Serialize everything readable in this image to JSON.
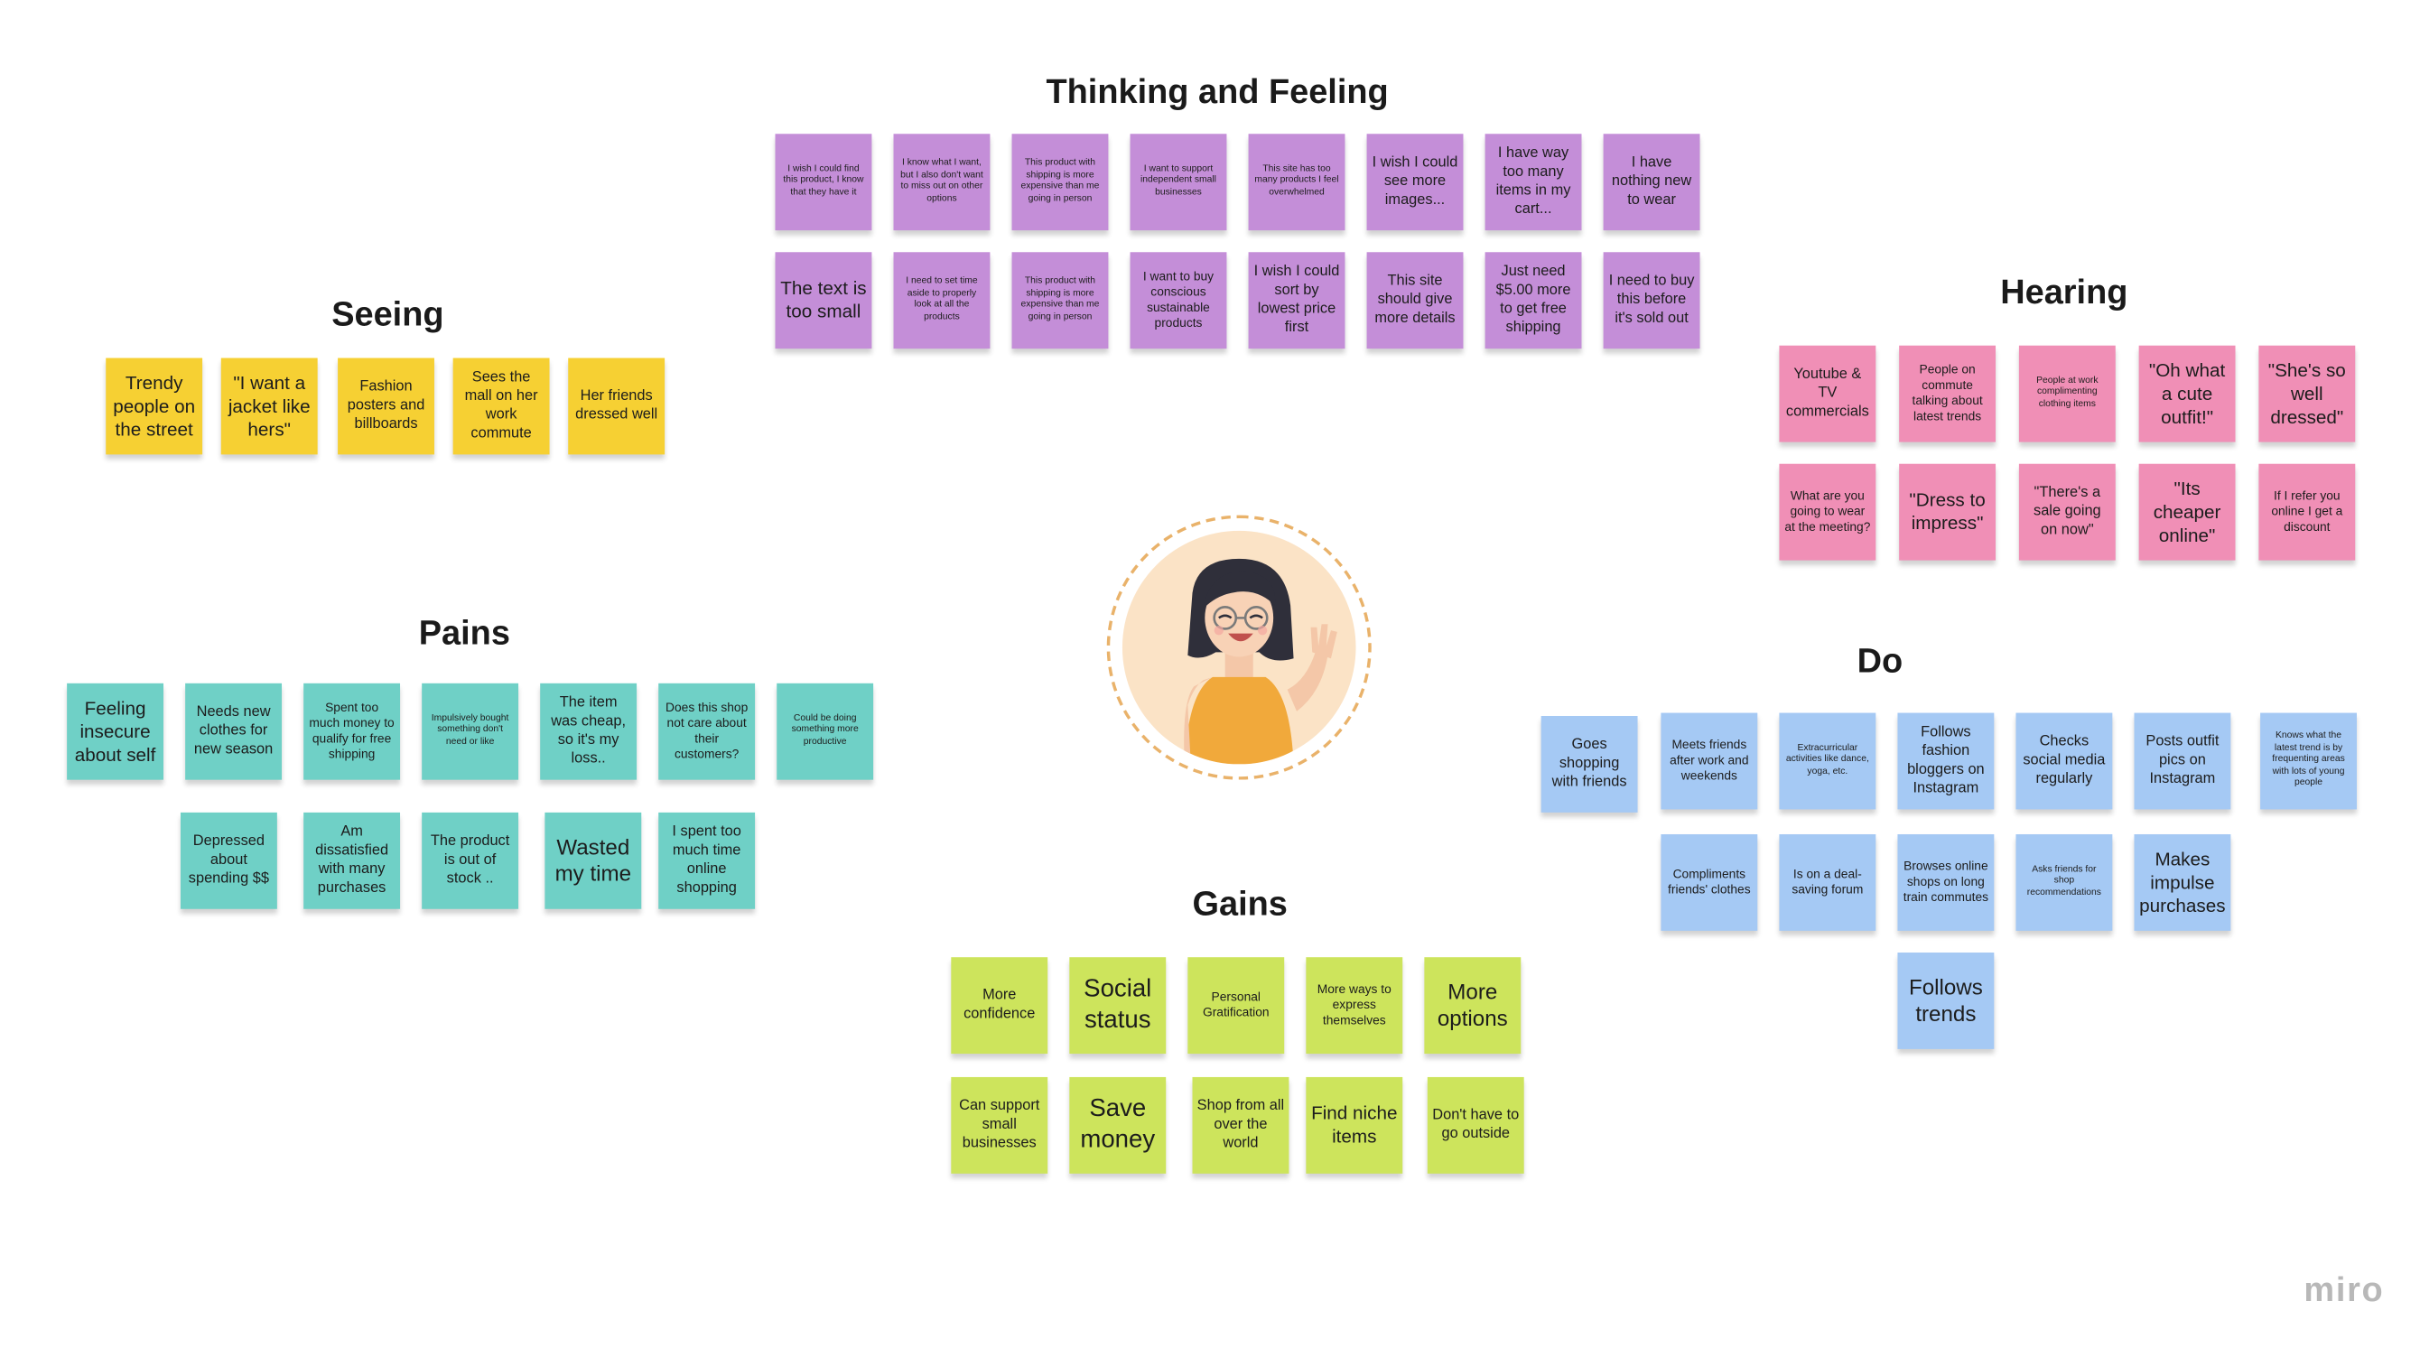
{
  "sections": {
    "thinking": "Thinking and Feeling",
    "seeing": "Seeing",
    "hearing": "Hearing",
    "pains": "Pains",
    "do": "Do",
    "gains": "Gains"
  },
  "thinking_notes": [
    "I wish I could find this product, I know that they have it",
    "I know  what I want, but I also don't want to miss out on other options",
    "This product with shipping is more expensive than me going in person",
    "I want to support independent small businesses",
    "This site has too many products I feel overwhelmed",
    "I wish I could see more images...",
    "I have way too many items in my cart...",
    "I have nothing new to wear",
    "The text is too small",
    "I need to set time aside to properly look at all the products",
    "This product with shipping is more expensive than me going in person",
    "I want to buy conscious sustainable products",
    "I wish I could sort by lowest price first",
    "This site should give more details",
    "Just need $5.00 more to get free shipping",
    "I need to buy this before it's sold out"
  ],
  "seeing_notes": [
    "Trendy people on the street",
    "\"I want a jacket like hers\"",
    "Fashion posters and billboards",
    "Sees the mall on her work commute",
    "Her friends dressed well"
  ],
  "hearing_notes": [
    "Youtube & TV commercials",
    "People on commute talking about latest trends",
    "People at work complimenting clothing items",
    "\"Oh what a cute outfit!\"",
    "\"She's so well dressed\"",
    "What are you going to wear at the meeting?",
    "\"Dress to impress\"",
    "\"There's a sale going on now\"",
    "\"Its cheaper online\"",
    "If I refer you online I get a discount"
  ],
  "pains_notes": [
    "Feeling insecure about self",
    "Needs new clothes for new season",
    "Spent too much money to qualify for free shipping",
    "Impulsively bought something don't need or like",
    "The item was cheap, so it's my loss..",
    "Does this shop not care about their customers?",
    "Could be doing something more productive",
    "Depressed about spending $$",
    "Am dissatisfied with many purchases",
    "The product is out of stock ..",
    "Wasted my time",
    "I spent too much time online shopping"
  ],
  "do_notes": [
    "Goes shopping with friends",
    "Meets friends after work and weekends",
    "Extracurricular activities like dance, yoga, etc.",
    "Follows fashion bloggers on Instagram",
    "Checks social media regularly",
    "Posts outfit pics on Instagram",
    "Knows what the latest trend is by frequenting areas with lots of young people",
    "Compliments friends' clothes",
    "Is on a deal-saving forum",
    "Browses online shops on long train commutes",
    "Asks friends for shop recommendations",
    "Makes impulse purchases",
    "Follows trends"
  ],
  "gains_notes": [
    "More confidence",
    "Social status",
    "Personal Gratification",
    "More ways to express themselves",
    "More options",
    "Can support small businesses",
    "Save money",
    "Shop from all over the world",
    "Find niche items",
    "Don't have to go outside"
  ],
  "colors": {
    "seeing": "#f6d033",
    "thinking": "#c48ed8",
    "hearing": "#f08fb6",
    "pains": "#6fd0c6",
    "do": "#a5c9f4",
    "gains": "#cde45c"
  },
  "logo": "miro"
}
